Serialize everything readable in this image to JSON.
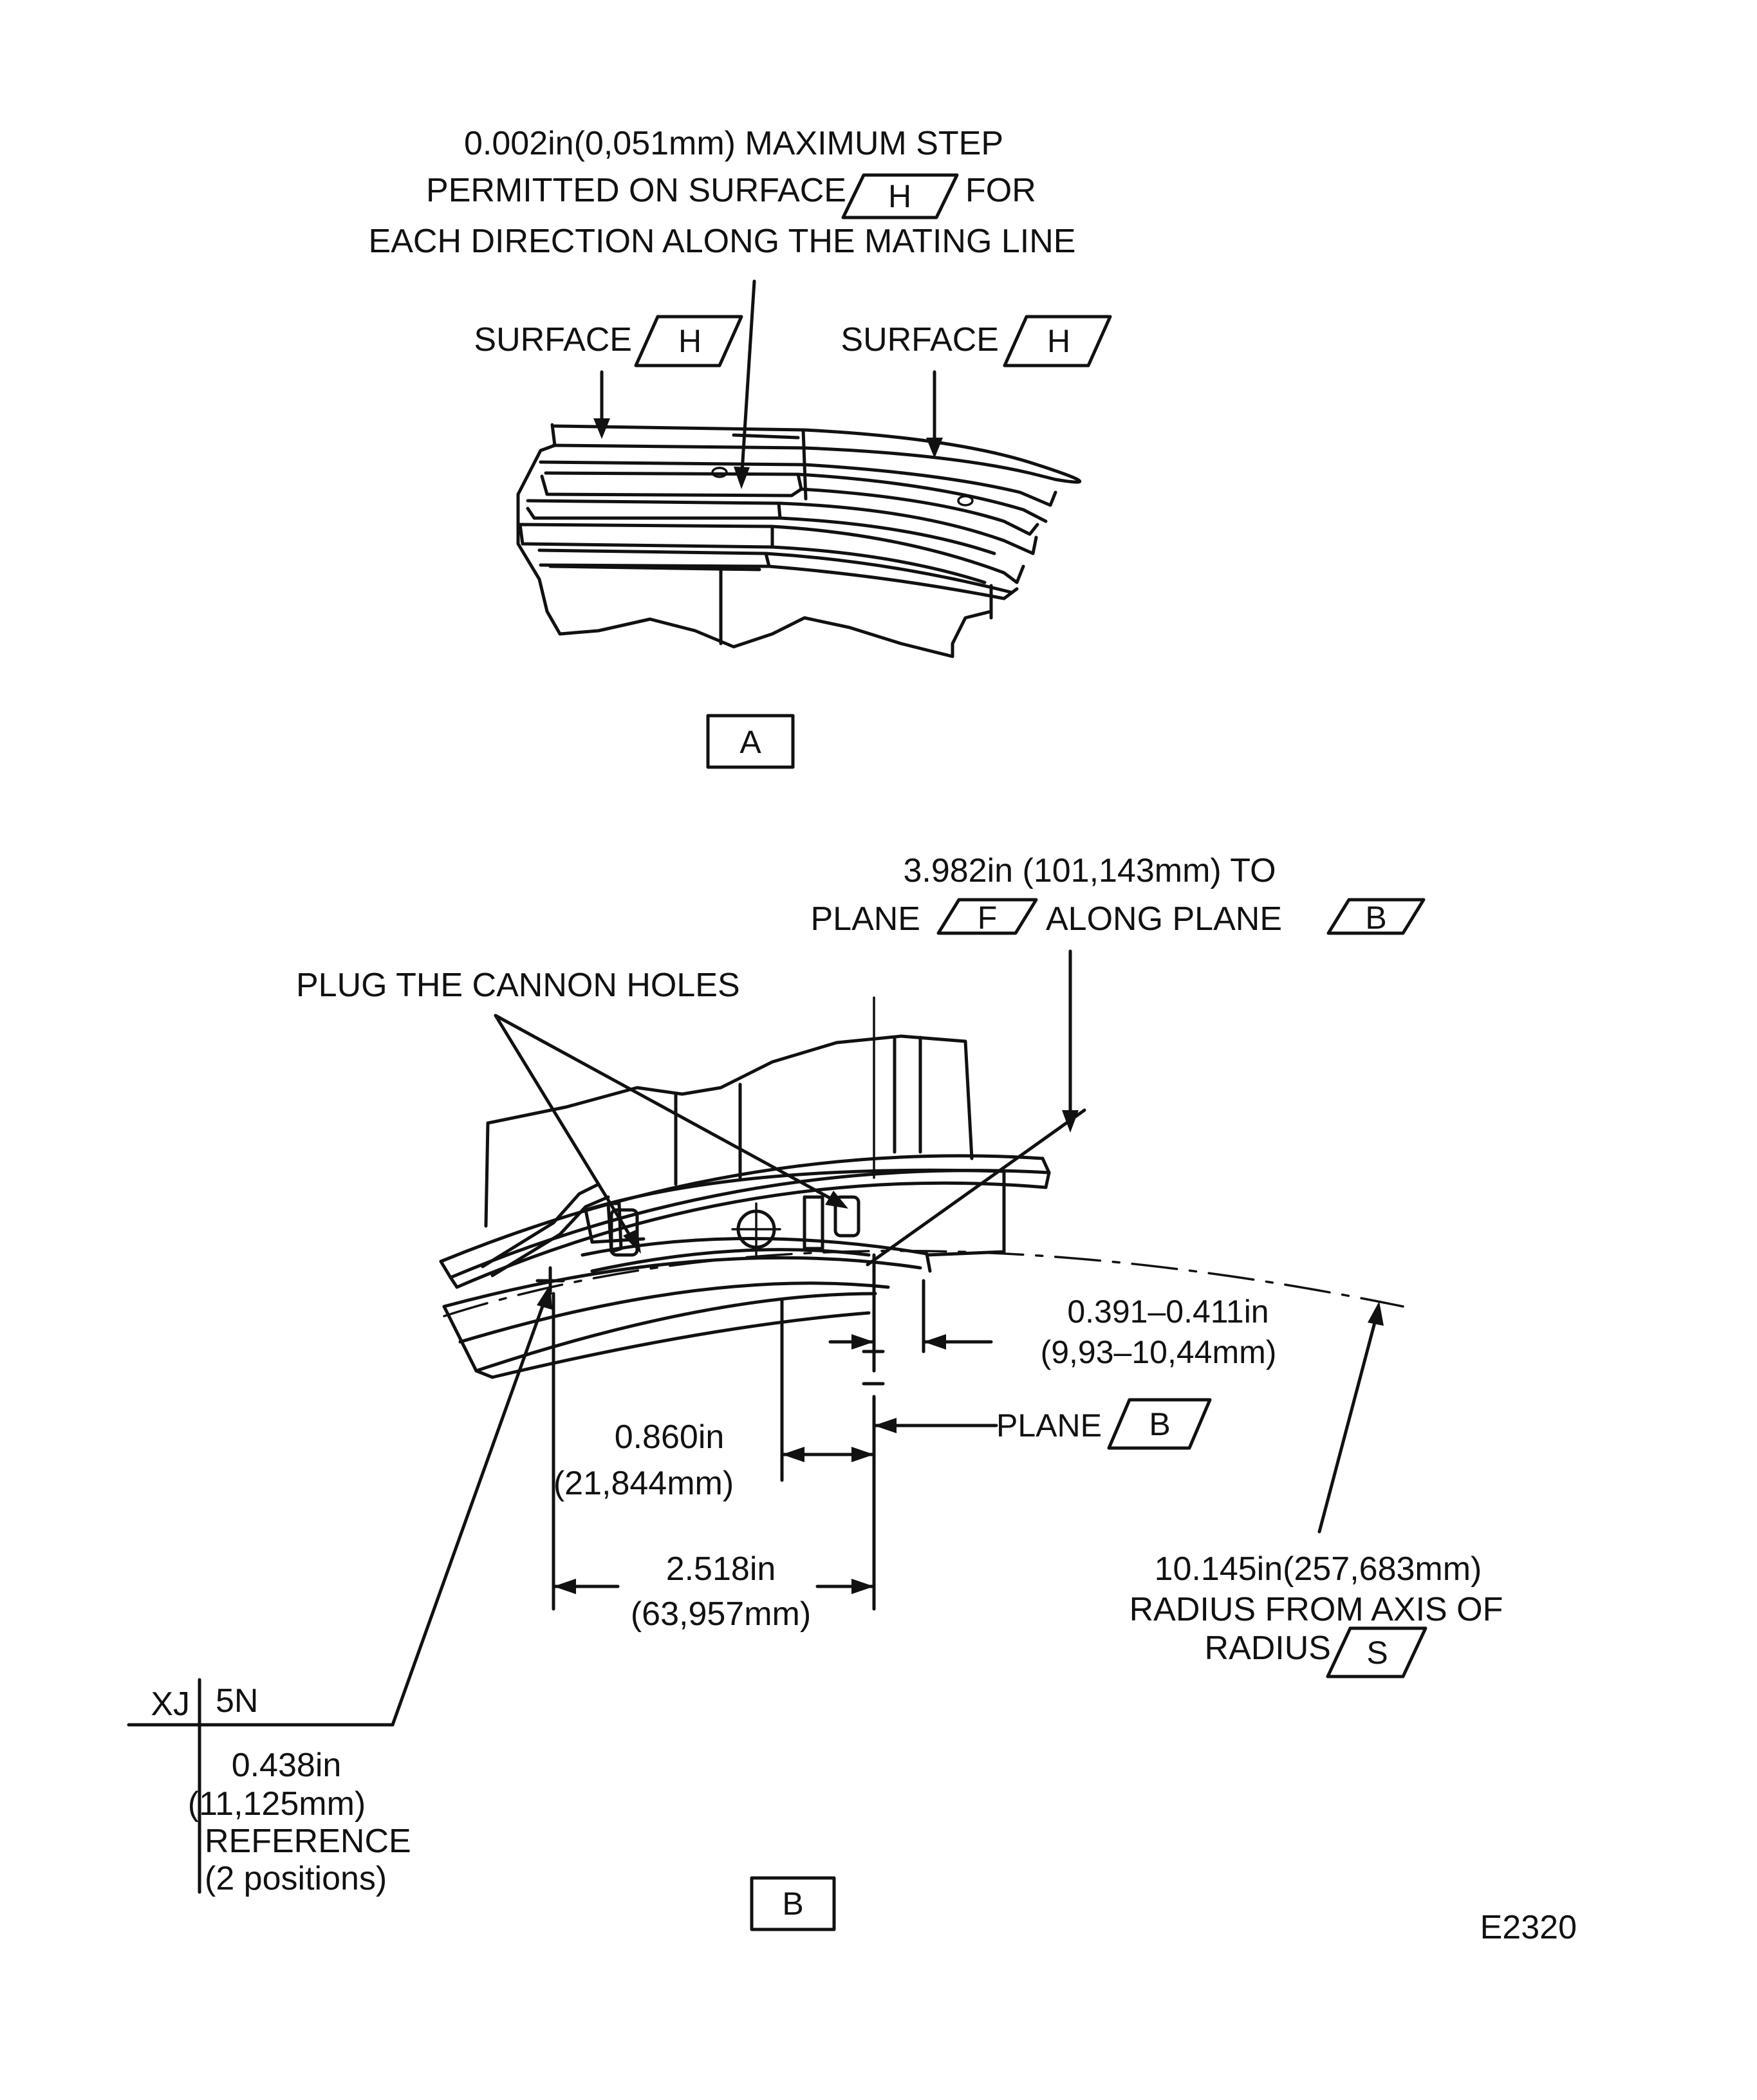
{
  "view_a": {
    "note_line1": "0.002in(0,051mm) MAXIMUM STEP",
    "note_line2a": "PERMITTED ON SURFACE",
    "note_line2_datum": "H",
    "note_line2b": "FOR",
    "note_line3": "EACH DIRECTION ALONG THE MATING LINE",
    "surface_left_label": "SURFACE",
    "surface_left_datum": "H",
    "surface_right_label": "SURFACE",
    "surface_right_datum": "H",
    "view_label": "A"
  },
  "view_b": {
    "dist_line1": "3.982in (101,143mm) TO",
    "dist_line2a": "PLANE",
    "dist_line2_datum_f": "F",
    "dist_line2b": "ALONG PLANE",
    "dist_line2_datum_b": "B",
    "plug_label": "PLUG THE CANNON HOLES",
    "dim_391_line1": "0.391–0.411in",
    "dim_391_line2": "(9,93–10,44mm)",
    "plane_label": "PLANE",
    "plane_datum": "B",
    "dim_860_line1": "0.860in",
    "dim_860_line2": "(21,844mm)",
    "dim_2518_line1": "2.518in",
    "dim_2518_line2": "(63,957mm)",
    "radius_line1": "10.145in(257,683mm)",
    "radius_line2": "RADIUS FROM AXIS OF",
    "radius_line3": "RADIUS",
    "radius_datum": "S",
    "ref_xj": "XJ",
    "ref_5n": "5N",
    "ref_line1": "0.438in",
    "ref_line2": "(11,125mm)",
    "ref_line3": "REFERENCE",
    "ref_line4": "(2 positions)",
    "view_label": "B"
  },
  "figure_id": "E2320"
}
